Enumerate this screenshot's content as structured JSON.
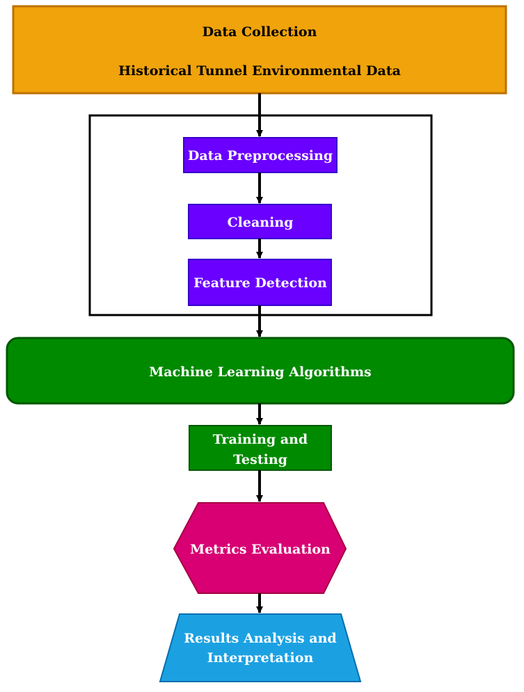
{
  "colors": {
    "collection_fill": "#f0a30a",
    "collection_stroke": "#bd7000",
    "preprocess_fill": "#6a00ff",
    "preprocess_stroke": "#3700cc",
    "ml_fill": "#008a00",
    "ml_stroke": "#005700",
    "metrics_fill": "#d80073",
    "metrics_stroke": "#a50040",
    "results_fill": "#1ba1e2",
    "results_stroke": "#006eaf",
    "arrow": "#000000"
  },
  "nodes": {
    "collection_title": "Data Collection",
    "collection_subtitle": "Historical Tunnel Environmental Data",
    "preprocessing": "Data Preprocessing",
    "cleaning": "Cleaning",
    "feature_detection": "Feature Detection",
    "ml_algorithms": "Machine Learning Algorithms",
    "training_line1": "Training and",
    "training_line2": "Testing",
    "metrics": "Metrics Evaluation",
    "results_line1": "Results Analysis and",
    "results_line2": "Interpretation"
  }
}
